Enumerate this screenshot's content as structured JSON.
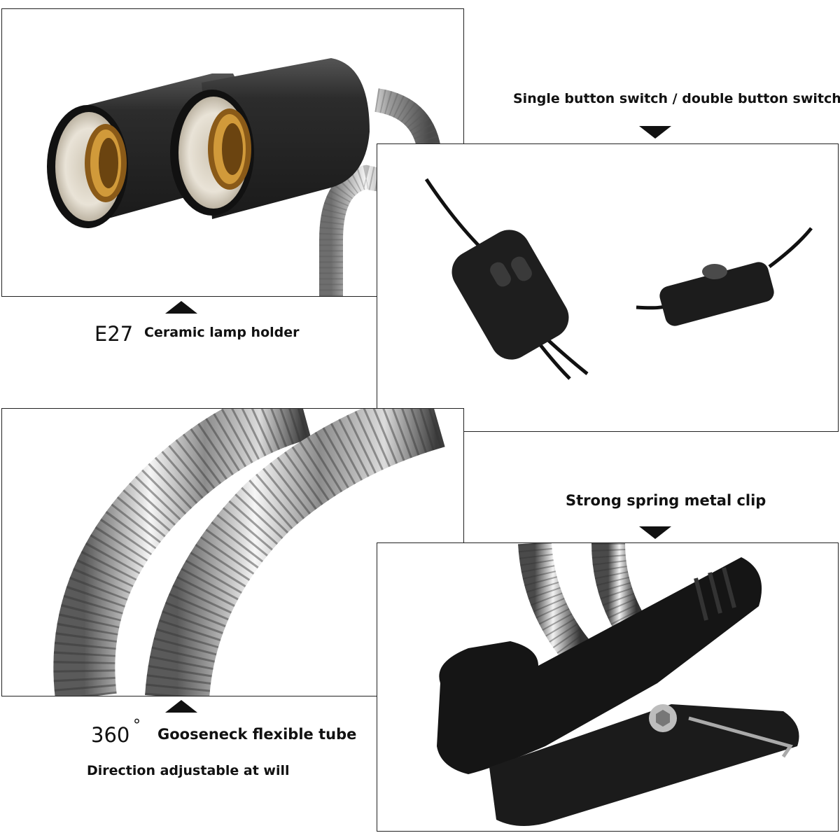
{
  "panels": {
    "lamp_holder": {
      "model_label": "E27",
      "caption": "Ceramic lamp holder"
    },
    "switch": {
      "caption": "Single button switch / double button switch"
    },
    "gooseneck": {
      "angle_label": "360",
      "degree_symbol": "°",
      "caption": "Gooseneck flexible tube",
      "subcaption": "Direction adjustable at will"
    },
    "clip": {
      "caption": "Strong spring metal clip"
    }
  },
  "colors": {
    "frame": "#222222",
    "socket_body": "#2b2b2b",
    "ceramic": "#e8e2d6",
    "brass": "#b07a22",
    "chrome": "#c8c8c8",
    "clip_body": "#141414"
  }
}
